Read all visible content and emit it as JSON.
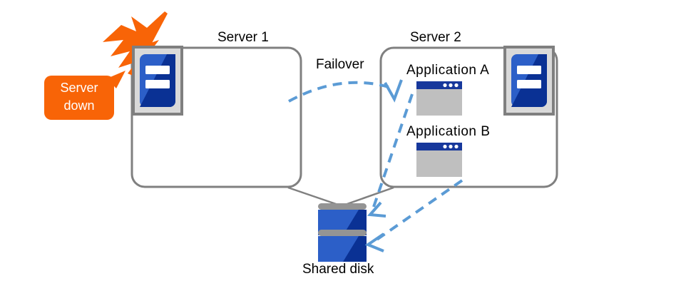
{
  "diagram": {
    "title_server1": "Server 1",
    "title_server2": "Server 2",
    "failover_label": "Failover",
    "shared_disk_label": "Shared disk",
    "status_badge": {
      "line1": "Server",
      "line2": "down",
      "text": "Server down",
      "color": "#F86407",
      "text_color": "#FFFFFF"
    },
    "applications": [
      {
        "name": "Application  A"
      },
      {
        "name": "Application  B"
      }
    ],
    "icons": {
      "server": "server-icon",
      "application_window": "application-window-icon",
      "disk": "disk-icon",
      "lightning_burst": "lightning-burst-icon",
      "failover_arrow": "failover-arrow-icon",
      "access-arrow": "access-arrow-icon"
    },
    "colors": {
      "box_border": "#808080",
      "icon_blue_light": "#2C5FC8",
      "icon_blue_dark": "#0A3194",
      "icon_frame_gray": "#D9D9D9",
      "icon_frame_border": "#7F7F7F",
      "app_body_gray": "#BFBFBF",
      "app_titlebar_blue": "#17389C",
      "arrow_blue": "#5B9BD5",
      "connector_gray": "#808080",
      "alert_orange": "#F86407",
      "disk_bar_gray": "#949494"
    }
  }
}
